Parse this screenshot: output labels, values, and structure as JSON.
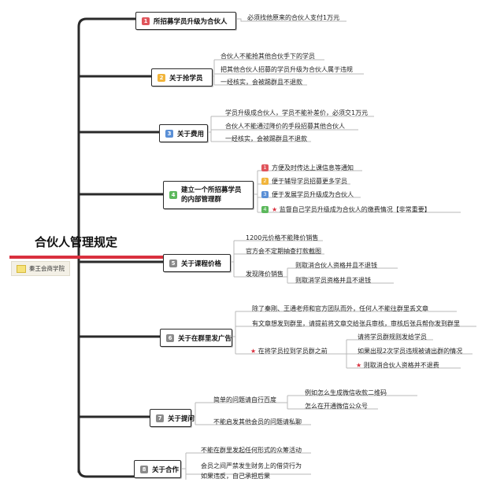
{
  "root": {
    "title": "合伙人管理规定",
    "tag": "秦王会商学院"
  },
  "colors": {
    "trunk": "#2a2a2a",
    "accent": "#d9303e",
    "lines": "#b9b9b9"
  },
  "branches": [
    {
      "num": "1",
      "num_color": "#e0555c",
      "label": "所招募学员升级为合伙人",
      "leaves": [
        "必须找他原来的合伙人支付1万元"
      ]
    },
    {
      "num": "2",
      "num_color": "#f1b43a",
      "label": "关于抢学员",
      "leaves": [
        "合伙人不能抢其他合伙手下的学员",
        "把其他合伙人招募的学员升级为合伙人属于违规",
        "一经核实，会被踢群且不退款"
      ]
    },
    {
      "num": "3",
      "num_color": "#5a8fd6",
      "label": "关于费用",
      "leaves": [
        "学员升级成合伙人，学员不能补差价，必须交1万元",
        "合伙人不能通过降价的手段招募其他合伙人",
        "一经核实，会被踢群且不退款"
      ]
    },
    {
      "num": "4",
      "num_color": "#5cb85c",
      "label_line1": "建立一个所招募学员",
      "label_line2": "的内部管理群",
      "leaves": [
        {
          "num": "1",
          "num_color": "#e0555c",
          "text": "方便及时传达上课信息等通知"
        },
        {
          "num": "2",
          "num_color": "#f1b43a",
          "text": "便于辅导学员招募更多学员"
        },
        {
          "num": "3",
          "num_color": "#5a8fd6",
          "text": "便于发展学员升级成为合伙人"
        },
        {
          "num": "4",
          "num_color": "#5cb85c",
          "star": "★",
          "text": "监督自己学员升级成为合伙人的缴费情况【非常重要】"
        }
      ]
    },
    {
      "num": "5",
      "num_color": "#8a8a8a",
      "label": "关于课程价格",
      "leaves": [
        "1200元价格不能降价销售",
        "官方会不定期抽查打款截图",
        "发现降价销售"
      ],
      "subleaves": [
        "则取消合伙人资格并且不退钱",
        "则取消学员资格并且不退钱"
      ]
    },
    {
      "num": "6",
      "num_color": "#8a8a8a",
      "label": "关于在群里发广告",
      "leaves": [
        "除了秦刚、王通老师和官方团队而外，任何人不能往群里丢文章",
        "有文章想发到群里，请提前将文章交给张兵审核，审核后张兵帮你发到群里",
        "在将学员拉到学员群之前"
      ],
      "star": "★",
      "subleaves": [
        "请将学员群规则发给学员",
        "如果出现2次学员违规被请出群的情况",
        "则取消合伙人资格并不退费"
      ]
    },
    {
      "num": "7",
      "num_color": "#8a8a8a",
      "label": "关于提问",
      "leaves": [
        "简单的问题请自行百度",
        "不能启发其他会员的问题请私聊"
      ],
      "subleaves": [
        "例如怎么生成微信收款二维码",
        "怎么在开通微信公众号"
      ]
    },
    {
      "num": "8",
      "num_color": "#8a8a8a",
      "label": "关于合作",
      "leaves": [
        "不能在群里发起任何形式的众筹活动",
        "会员之间严禁发生财务上的借贷行为",
        "如果违反，自己承担后果"
      ]
    }
  ]
}
